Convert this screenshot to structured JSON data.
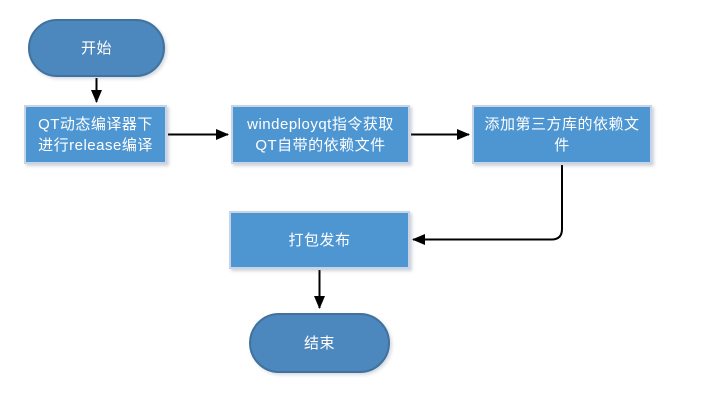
{
  "diagram": {
    "type": "flowchart",
    "background": "#ffffff",
    "nodes": {
      "start": {
        "label": "开始",
        "shape": "terminator"
      },
      "compile": {
        "label": "QT动态编译器下进行release编译",
        "shape": "process"
      },
      "windeployqt": {
        "label": "windeployqt指令获取QT自带的依赖文件",
        "shape": "process"
      },
      "thirdparty": {
        "label": "添加第三方库的依赖文　件",
        "shape": "process"
      },
      "package": {
        "label": "打包发布",
        "shape": "process"
      },
      "end": {
        "label": "结束",
        "shape": "terminator"
      }
    },
    "edges": [
      {
        "from": "start",
        "to": "compile",
        "direction": "down"
      },
      {
        "from": "compile",
        "to": "windeployqt",
        "direction": "right"
      },
      {
        "from": "windeployqt",
        "to": "thirdparty",
        "direction": "right"
      },
      {
        "from": "thirdparty",
        "to": "package",
        "direction": "down-left-elbow"
      },
      {
        "from": "package",
        "to": "end",
        "direction": "down"
      }
    ],
    "colors": {
      "process_fill": "#4E96D2",
      "process_border": "#C6D4E6",
      "terminator_fill": "#4C87BD",
      "terminator_border": "#41719C",
      "connector": "#000000",
      "text": "#FFFFFF"
    }
  }
}
